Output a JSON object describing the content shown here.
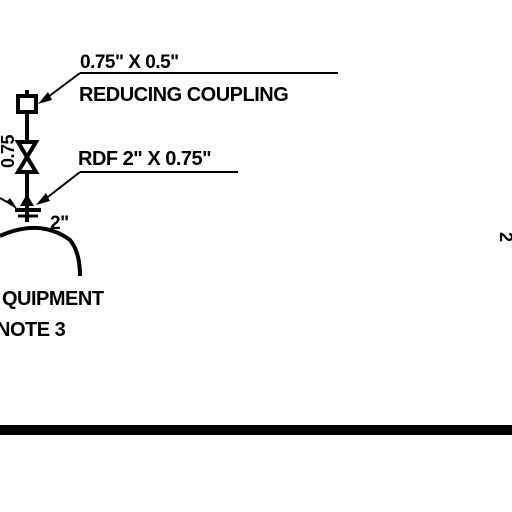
{
  "labels": {
    "coupling_size": "0.75\" X 0.5\"",
    "coupling_name": "REDUCING COUPLING",
    "valve_size": "0.75",
    "rdf_label": "RDF 2\" X 0.75\"",
    "nozzle_size": "2\"",
    "equipment": "QUIPMENT",
    "note": "NOTE 3",
    "edge_mark": "2"
  },
  "colors": {
    "ink": "#000000",
    "paper": "#ffffff"
  },
  "icons": {
    "valve": "gate-valve-icon",
    "coupling": "reducing-coupling-icon",
    "flange": "flange-icon"
  }
}
